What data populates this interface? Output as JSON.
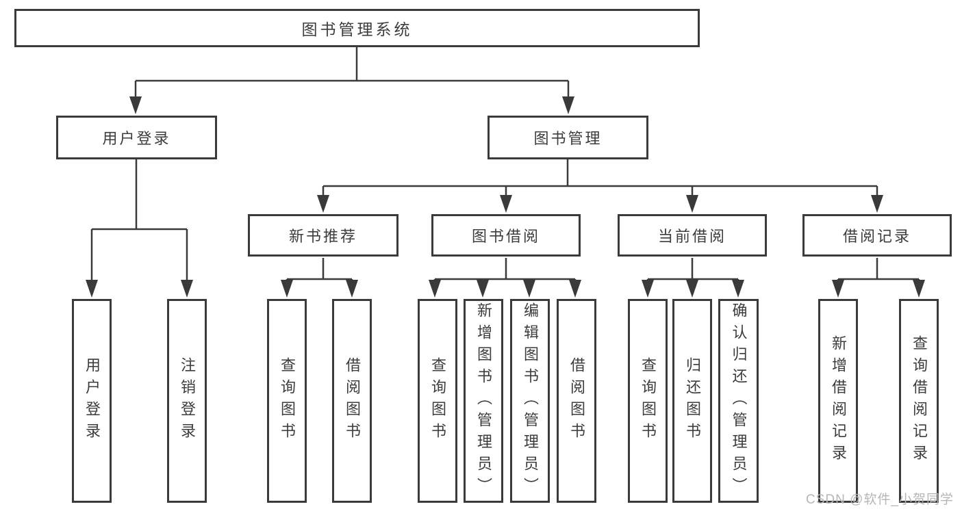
{
  "colors": {
    "line": "#3a3a3a",
    "text": "#3c3c3c",
    "watermark": "#b6b6b6",
    "bg": "#ffffff"
  },
  "watermark": {
    "text": "CSDN @软件_小贺同学"
  },
  "tree": {
    "label": "图书管理系统",
    "children": [
      {
        "label": "用户登录",
        "children": [
          {
            "label": "用户登录"
          },
          {
            "label": "注销登录"
          }
        ]
      },
      {
        "label": "图书管理",
        "children": [
          {
            "label": "新书推荐",
            "children": [
              {
                "label": "查询图书"
              },
              {
                "label": "借阅图书"
              }
            ]
          },
          {
            "label": "图书借阅",
            "children": [
              {
                "label": "查询图书"
              },
              {
                "label": "新增图书（管理员）"
              },
              {
                "label": "编辑图书（管理员）"
              },
              {
                "label": "借阅图书"
              }
            ]
          },
          {
            "label": "当前借阅",
            "children": [
              {
                "label": "查询图书"
              },
              {
                "label": "归还图书"
              },
              {
                "label": "确认归还（管理员）"
              }
            ]
          },
          {
            "label": "借阅记录",
            "children": [
              {
                "label": "新增借阅记录"
              },
              {
                "label": "查询借阅记录"
              }
            ]
          }
        ]
      }
    ]
  }
}
